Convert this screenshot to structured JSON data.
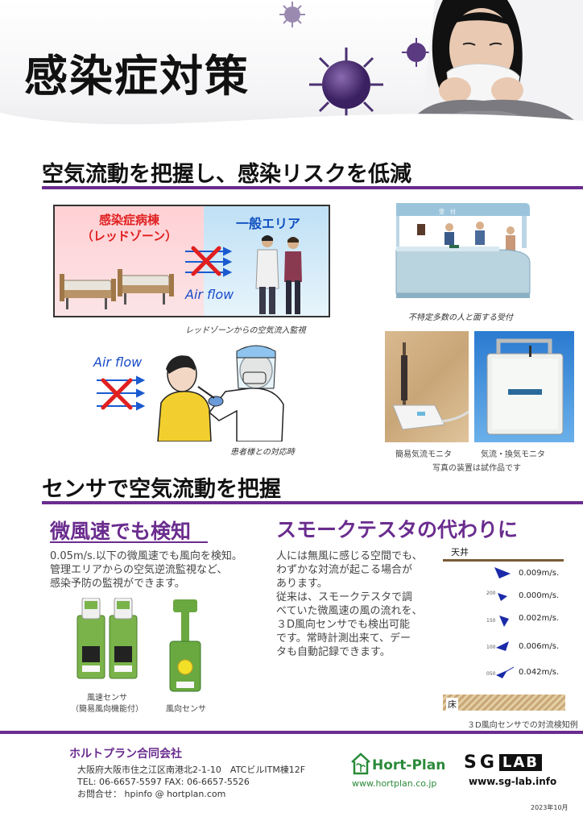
{
  "header": {
    "title": "感染症対策"
  },
  "section1": {
    "heading": "空気流動を把握し、感染リスクを低減",
    "diagram_ward": {
      "red_zone_line1": "感染症病棟",
      "red_zone_line2": "（レッドゾーン）",
      "general_area": "一般エリア",
      "airflow": "Air flow",
      "caption": "レッドゾーンからの空気流入監視"
    },
    "diagram_patient": {
      "airflow": "Air flow",
      "caption": "患者様との対応時"
    },
    "reception": {
      "sign": "受　付",
      "caption": "不特定多数の人と面する受付"
    },
    "devices": {
      "simple_caption": "簡易気流モニタ",
      "airflow_caption": "気流・換気モニタ",
      "note": "写真の装置は試作品です"
    }
  },
  "section2": {
    "heading": "センサで空気流動を把握",
    "left": {
      "title": "微風速でも検知",
      "text_lines": [
        "0.05m/s.以下の微風速でも風向を検知。",
        "管理エリアからの空気逆流監視など、",
        "感染予防の監視ができます。"
      ],
      "sensor1_caption_line1": "風速センサ",
      "sensor1_caption_line2": "（簡易風向機能付）",
      "sensor2_caption": "風向センサ"
    },
    "right": {
      "title": "スモークテスタの代わりに",
      "text_lines": [
        "人には無風に感じる空間でも、",
        "わずかな対流が起こる場合が",
        "あります。",
        "従来は、スモークテスタで調",
        "べていた微風速の風の流れを、",
        "３D風向センサでも検出可能",
        "です。常時計測出来て、デー",
        "タも自動記録できます。"
      ],
      "chart": {
        "ceiling": "天井",
        "floor": "床",
        "caption": "３D風向センサでの対流検知例",
        "rows": [
          {
            "height": "",
            "value": "0.009m/s."
          },
          {
            "height": "200",
            "value": "0.000m/s."
          },
          {
            "height": "150",
            "value": "0.002m/s."
          },
          {
            "height": "100",
            "value": "0.006m/s."
          },
          {
            "height": "050",
            "value": "0.042m/s."
          }
        ]
      }
    }
  },
  "footer": {
    "company": "ホルトプラン合同会社",
    "address": "大阪府大阪市住之江区南港北2-1-10　ATCビルITM棟12F",
    "tel_fax": "TEL: 06-6657-5597  FAX: 06-6657-5526",
    "contact": "お問合せ： hpinfo @ hortplan.com",
    "hortplan_logo": "Hort-Plan",
    "hortplan_url": "www.hortplan.co.jp",
    "sglab_logo_sg": "SG",
    "sglab_logo_lab": "LAB",
    "sglab_url": "www.sg-lab.info",
    "date": "2023年10月"
  },
  "colors": {
    "accent": "#6a2c8e",
    "red": "#e02020",
    "blue": "#1a4cc8"
  }
}
